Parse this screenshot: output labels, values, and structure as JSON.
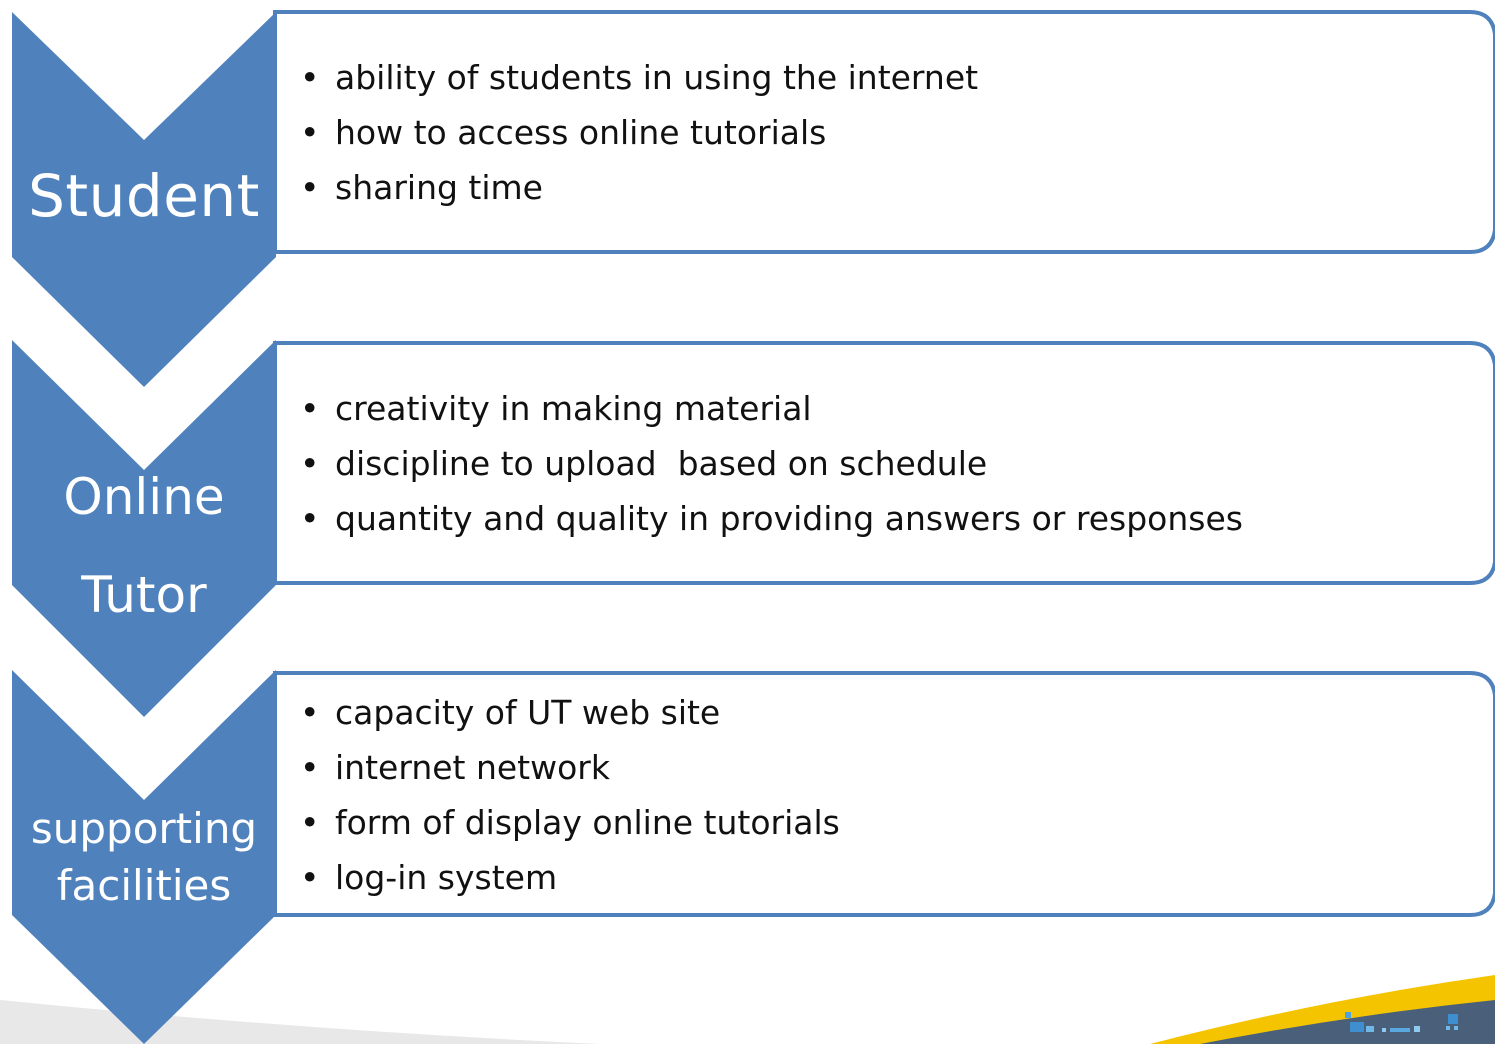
{
  "colors": {
    "chevron": "#4f81bd",
    "box_border": "#4f81bd",
    "text": "#111111",
    "accent_yellow": "#f5c400"
  },
  "sections": [
    {
      "label_lines": [
        "Student"
      ],
      "items": [
        "ability of students in using the internet",
        "how to access online tutorials",
        "sharing time"
      ]
    },
    {
      "label_lines": [
        "Online",
        "Tutor"
      ],
      "items": [
        "creativity in making material",
        "discipline to upload  based on schedule",
        "quantity and quality in providing answers or responses"
      ]
    },
    {
      "label_lines": [
        "supporting",
        "facilities"
      ],
      "items": [
        "capacity of UT web site",
        "internet network",
        "form of display online tutorials",
        "log-in system"
      ]
    }
  ],
  "decoration": {
    "corner_logo": "ut-building-logo"
  }
}
